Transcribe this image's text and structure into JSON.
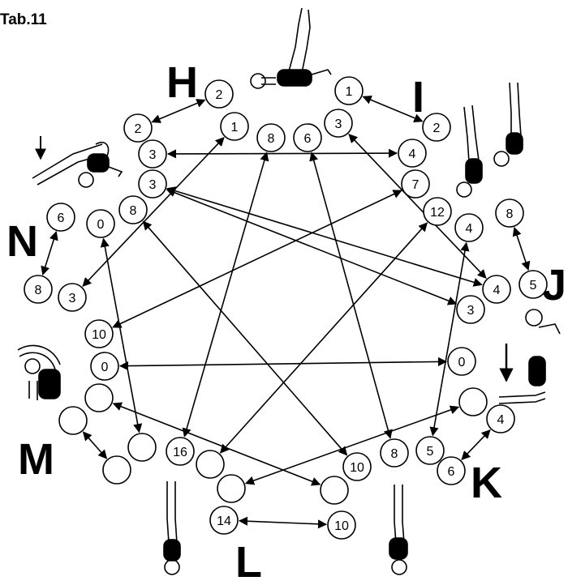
{
  "title": "Tab.11",
  "groups": [
    {
      "id": "H",
      "label": "H"
    },
    {
      "id": "I",
      "label": "I"
    },
    {
      "id": "J",
      "label": "J"
    },
    {
      "id": "K",
      "label": "K"
    },
    {
      "id": "L",
      "label": "L"
    },
    {
      "id": "M",
      "label": "M"
    },
    {
      "id": "N",
      "label": "N"
    }
  ],
  "nodes": [
    {
      "id": "h2a",
      "value": "2"
    },
    {
      "id": "h2b",
      "value": "2"
    },
    {
      "id": "h1",
      "value": "1"
    },
    {
      "id": "h8",
      "value": "8"
    },
    {
      "id": "h3a",
      "value": "3"
    },
    {
      "id": "h3b",
      "value": "3"
    },
    {
      "id": "i1",
      "value": "1"
    },
    {
      "id": "i2",
      "value": "2"
    },
    {
      "id": "i3",
      "value": "3"
    },
    {
      "id": "i6",
      "value": "6"
    },
    {
      "id": "i4",
      "value": "4"
    },
    {
      "id": "i7",
      "value": "7"
    },
    {
      "id": "i12",
      "value": "12"
    },
    {
      "id": "j4a",
      "value": "4"
    },
    {
      "id": "j8",
      "value": "8"
    },
    {
      "id": "j5",
      "value": "5"
    },
    {
      "id": "j4b",
      "value": "4"
    },
    {
      "id": "j3",
      "value": "3"
    },
    {
      "id": "j0",
      "value": "0"
    },
    {
      "id": "kblank",
      "value": ""
    },
    {
      "id": "k4",
      "value": "4"
    },
    {
      "id": "k6",
      "value": "6"
    },
    {
      "id": "k5",
      "value": "5"
    },
    {
      "id": "l8",
      "value": "8"
    },
    {
      "id": "l10a",
      "value": "10"
    },
    {
      "id": "lblank1",
      "value": ""
    },
    {
      "id": "l10b",
      "value": "10"
    },
    {
      "id": "l14",
      "value": "14"
    },
    {
      "id": "lblank2",
      "value": ""
    },
    {
      "id": "lblank3",
      "value": ""
    },
    {
      "id": "l16",
      "value": "16"
    },
    {
      "id": "mblank1",
      "value": ""
    },
    {
      "id": "mblank2",
      "value": ""
    },
    {
      "id": "mblank3",
      "value": ""
    },
    {
      "id": "mblank4",
      "value": ""
    },
    {
      "id": "n0a",
      "value": "0"
    },
    {
      "id": "n10",
      "value": "10"
    },
    {
      "id": "n3",
      "value": "3"
    },
    {
      "id": "n8a",
      "value": "8"
    },
    {
      "id": "n6",
      "value": "6"
    },
    {
      "id": "n8b",
      "value": "8"
    },
    {
      "id": "n0b",
      "value": "0"
    }
  ],
  "arrows": [
    {
      "from": "h2a",
      "to": "h2b"
    },
    {
      "from": "i1",
      "to": "i2"
    },
    {
      "from": "j8",
      "to": "j5"
    },
    {
      "from": "k4",
      "to": "k6"
    },
    {
      "from": "l14",
      "to": "l10b"
    },
    {
      "from": "mblank1",
      "to": "mblank2"
    },
    {
      "from": "n6",
      "to": "n8b"
    },
    {
      "from": "h3a",
      "to": "i4"
    },
    {
      "from": "h3b",
      "to": "j4b"
    },
    {
      "from": "h1",
      "to": "n3"
    },
    {
      "from": "h8",
      "to": "l16"
    },
    {
      "from": "i6",
      "to": "l8"
    },
    {
      "from": "i3",
      "to": "j4b"
    },
    {
      "from": "i7",
      "to": "n10"
    },
    {
      "from": "i12",
      "to": "lblank3"
    },
    {
      "from": "j4a",
      "to": "k5"
    },
    {
      "from": "j0",
      "to": "n0a"
    },
    {
      "from": "n8a",
      "to": "l10a"
    },
    {
      "from": "kblank",
      "to": "lblank2"
    },
    {
      "from": "mblank3",
      "to": "lblank1"
    },
    {
      "from": "n0b",
      "to": "mblank4"
    },
    {
      "from": "h3b",
      "to": "j3"
    }
  ]
}
